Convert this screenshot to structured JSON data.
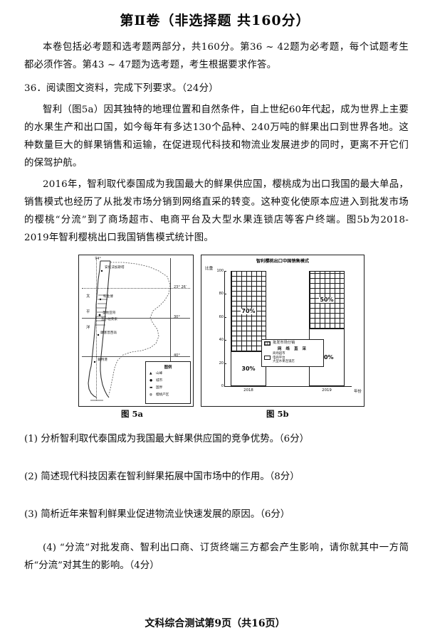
{
  "document": {
    "title": "第Ⅱ卷（非选择题 共160分）",
    "instruction": "本卷包括必考题和选考题两部分，共160分。第36 ~ 42题为必考题，每个试题考生都必须作答。第43 ~ 47题为选考题，考生根据要求作答。",
    "question_number_line": "36．阅读图文资料，完成下列要求。（24分）",
    "paragraph_1": "智利（图5a）因其独特的地理位置和自然条件，自上世纪60年代起，成为世界上主要的水果生产和出口国，如今每年有多达130个品种、240万吨的鲜果出口到世界各地。这种数量巨大的鲜果销售和运输，在促进现代科技和物流业发展进步的同时，更离不开它们的保驾护航。",
    "paragraph_2": "2016年，智利取代泰国成为我国最大的鲜果供应国，樱桃成为出口我国的最大单品，销售模式也经历了从批发市场分销到网络直采的转变。这种变化使原本应进入到批发市场的樱桃“分流”到了商场超市、电商平台及大型水果连锁店等客户终端。图5b为2018-2019年智利樱桃出口我国销售模式统计图。",
    "footer": "文科综合测试第9页（共16页）"
  },
  "figure_a": {
    "caption": "图 5a",
    "lat_ticks": [
      "23° 26′",
      "30°",
      "40°"
    ],
    "lon_ticks": [
      "74°"
    ],
    "city_labels": [
      "安托法加斯塔",
      "科金博",
      "圣地亚哥",
      "瓦尔帕莱索",
      "康塞普西翁",
      "蒙特港"
    ],
    "region_labels": [
      "太",
      "平",
      "洋"
    ],
    "legend": {
      "title": "图例",
      "rows": [
        {
          "symbol": "▲",
          "label": "山峰"
        },
        {
          "symbol": "●",
          "label": "城市"
        },
        {
          "symbol": "▬",
          "label": "国界"
        },
        {
          "symbol": "◍",
          "label": "樱桃产区"
        }
      ]
    }
  },
  "figure_b": {
    "caption": "图 5b"
  },
  "chart_data": {
    "type": "bar",
    "title": "智利樱桃出口中国销售模式",
    "xlabel": "年份",
    "ylabel": "比重",
    "categories": [
      "2018",
      "2019"
    ],
    "ylim": [
      0,
      100
    ],
    "yticks": [
      "100",
      "80",
      "60",
      "40",
      "20",
      "0"
    ],
    "ytick_values": [
      100,
      80,
      60,
      40,
      20,
      0
    ],
    "stacked": true,
    "grid": false,
    "legend_position": "inside-center",
    "series": [
      {
        "name": "批发市场分销",
        "pattern": "hatch",
        "values": [
          70,
          50
        ],
        "labels": [
          "70%",
          "50%"
        ]
      },
      {
        "name": "网络直采",
        "pattern": "plain",
        "values": [
          30,
          50
        ],
        "labels": [
          "30%",
          "50%"
        ],
        "sub_items": [
          "商场超市",
          "电商平台",
          "大型水果连锁店"
        ]
      }
    ],
    "legend": {
      "hatch_label": "批发市场分销",
      "heading": "网 络 直 采",
      "sub_items_text": "商场超市\n电商平台\n大型水果连锁店"
    }
  },
  "questions": [
    {
      "text": "(1) 分析智利取代泰国成为我国最大鲜果供应国的竞争优势。（6分）"
    },
    {
      "text": "(2) 简述现代科技因素在智利鲜果拓展中国市场中的作用。（8分）"
    },
    {
      "text": "(3) 简析近年来智利鲜果业促进物流业快速发展的原因。（6分）"
    },
    {
      "text": "(4) “分流”对批发商、智利出口商、订货终端三方都会产生影响，请你就其中一方简析“分流”对其生的影响。（4分）"
    }
  ]
}
